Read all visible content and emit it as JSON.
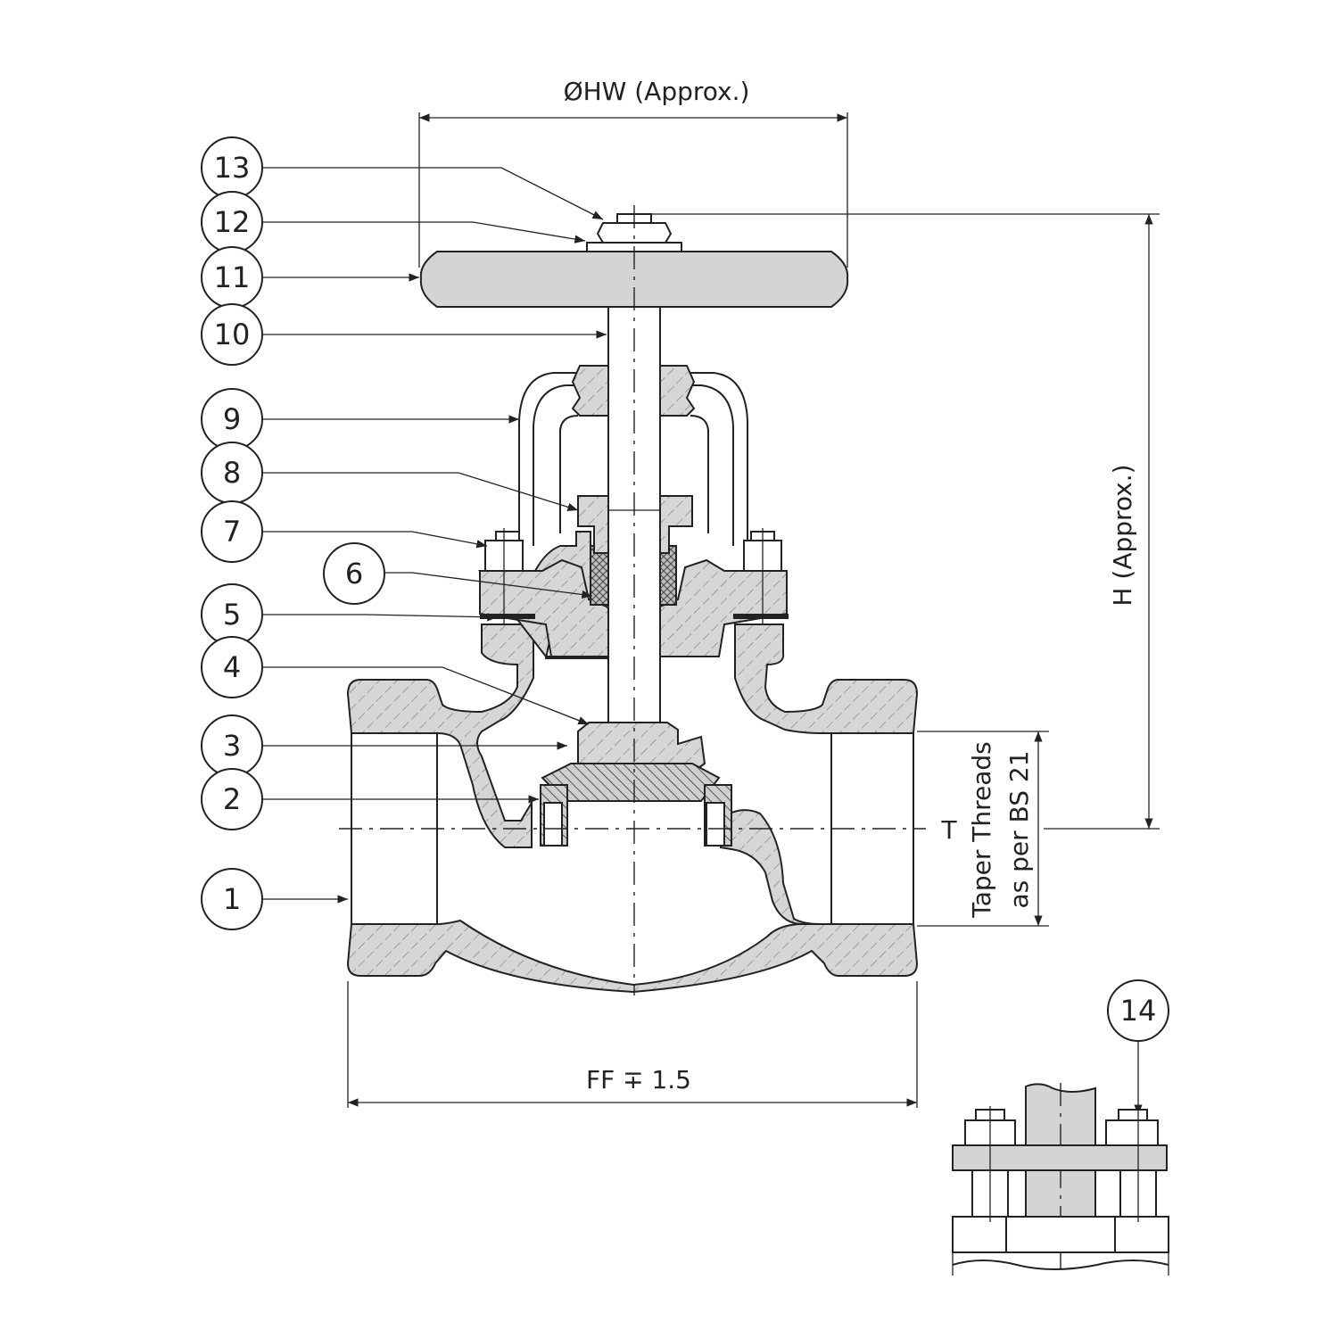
{
  "dimensions": {
    "handwheel_dia": "ØHW (Approx.)",
    "height": "H (Approx.)",
    "face_to_face": "FF ∓ 1.5",
    "thread_symbol": "T",
    "thread_line1": "Taper Threads",
    "thread_line2": "as per BS 21"
  },
  "balloons": [
    {
      "num": "13"
    },
    {
      "num": "12"
    },
    {
      "num": "11"
    },
    {
      "num": "10"
    },
    {
      "num": "9"
    },
    {
      "num": "8"
    },
    {
      "num": "7"
    },
    {
      "num": "6"
    },
    {
      "num": "5"
    },
    {
      "num": "4"
    },
    {
      "num": "3"
    },
    {
      "num": "2"
    },
    {
      "num": "1"
    },
    {
      "num": "14"
    }
  ]
}
